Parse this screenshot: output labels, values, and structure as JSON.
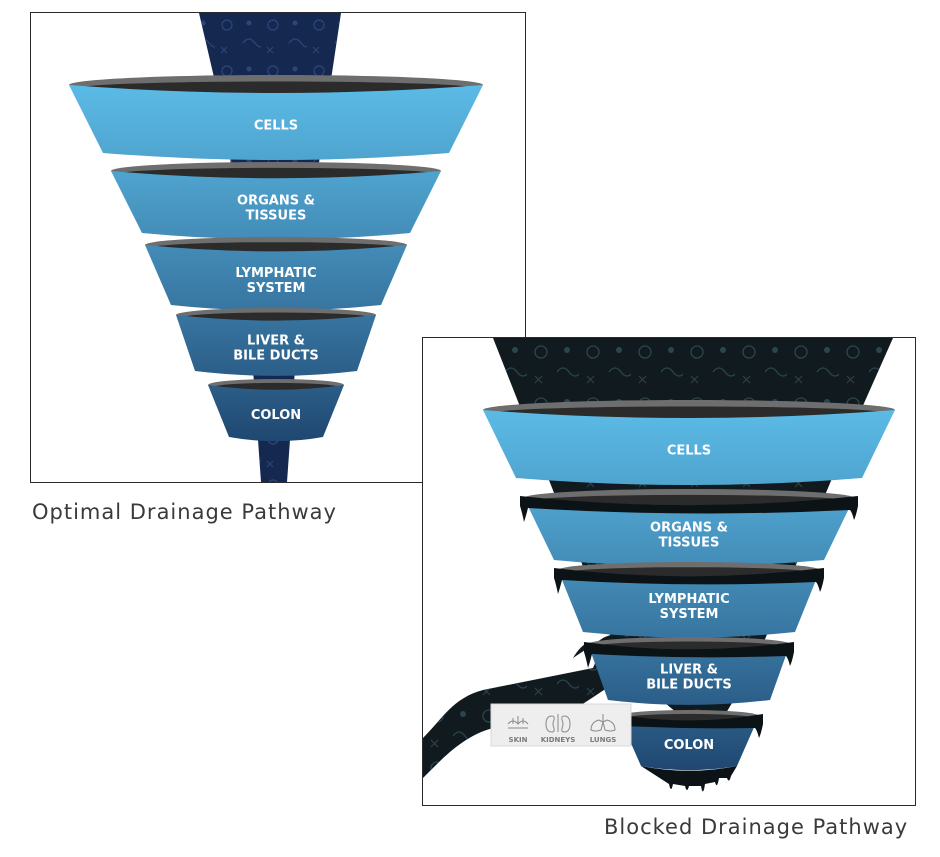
{
  "optimal": {
    "caption": "Optimal Drainage Pathway",
    "bands": [
      {
        "lines": [
          "CELLS"
        ]
      },
      {
        "lines": [
          "ORGANS &",
          "TISSUES"
        ]
      },
      {
        "lines": [
          "LYMPHATIC",
          "SYSTEM"
        ]
      },
      {
        "lines": [
          "LIVER &",
          "BILE DUCTS"
        ]
      },
      {
        "lines": [
          "COLON"
        ]
      }
    ]
  },
  "blocked": {
    "caption": "Blocked Drainage Pathway",
    "bands": [
      {
        "lines": [
          "CELLS"
        ]
      },
      {
        "lines": [
          "ORGANS &",
          "TISSUES"
        ]
      },
      {
        "lines": [
          "LYMPHATIC",
          "SYSTEM"
        ]
      },
      {
        "lines": [
          "LIVER &",
          "BILE DUCTS"
        ]
      },
      {
        "lines": [
          "COLON"
        ]
      }
    ],
    "organs": [
      {
        "label": "SKIN",
        "icon": "skin-icon"
      },
      {
        "label": "KIDNEYS",
        "icon": "kidneys-icon"
      },
      {
        "label": "LUNGS",
        "icon": "lungs-icon"
      }
    ]
  },
  "colors": {
    "band_top": "#5bbbe6",
    "band_bottom": "#14325c",
    "stream_clean": "#15284f",
    "stream_toxic": "#101a1f",
    "rim": "#7a7a7a"
  }
}
